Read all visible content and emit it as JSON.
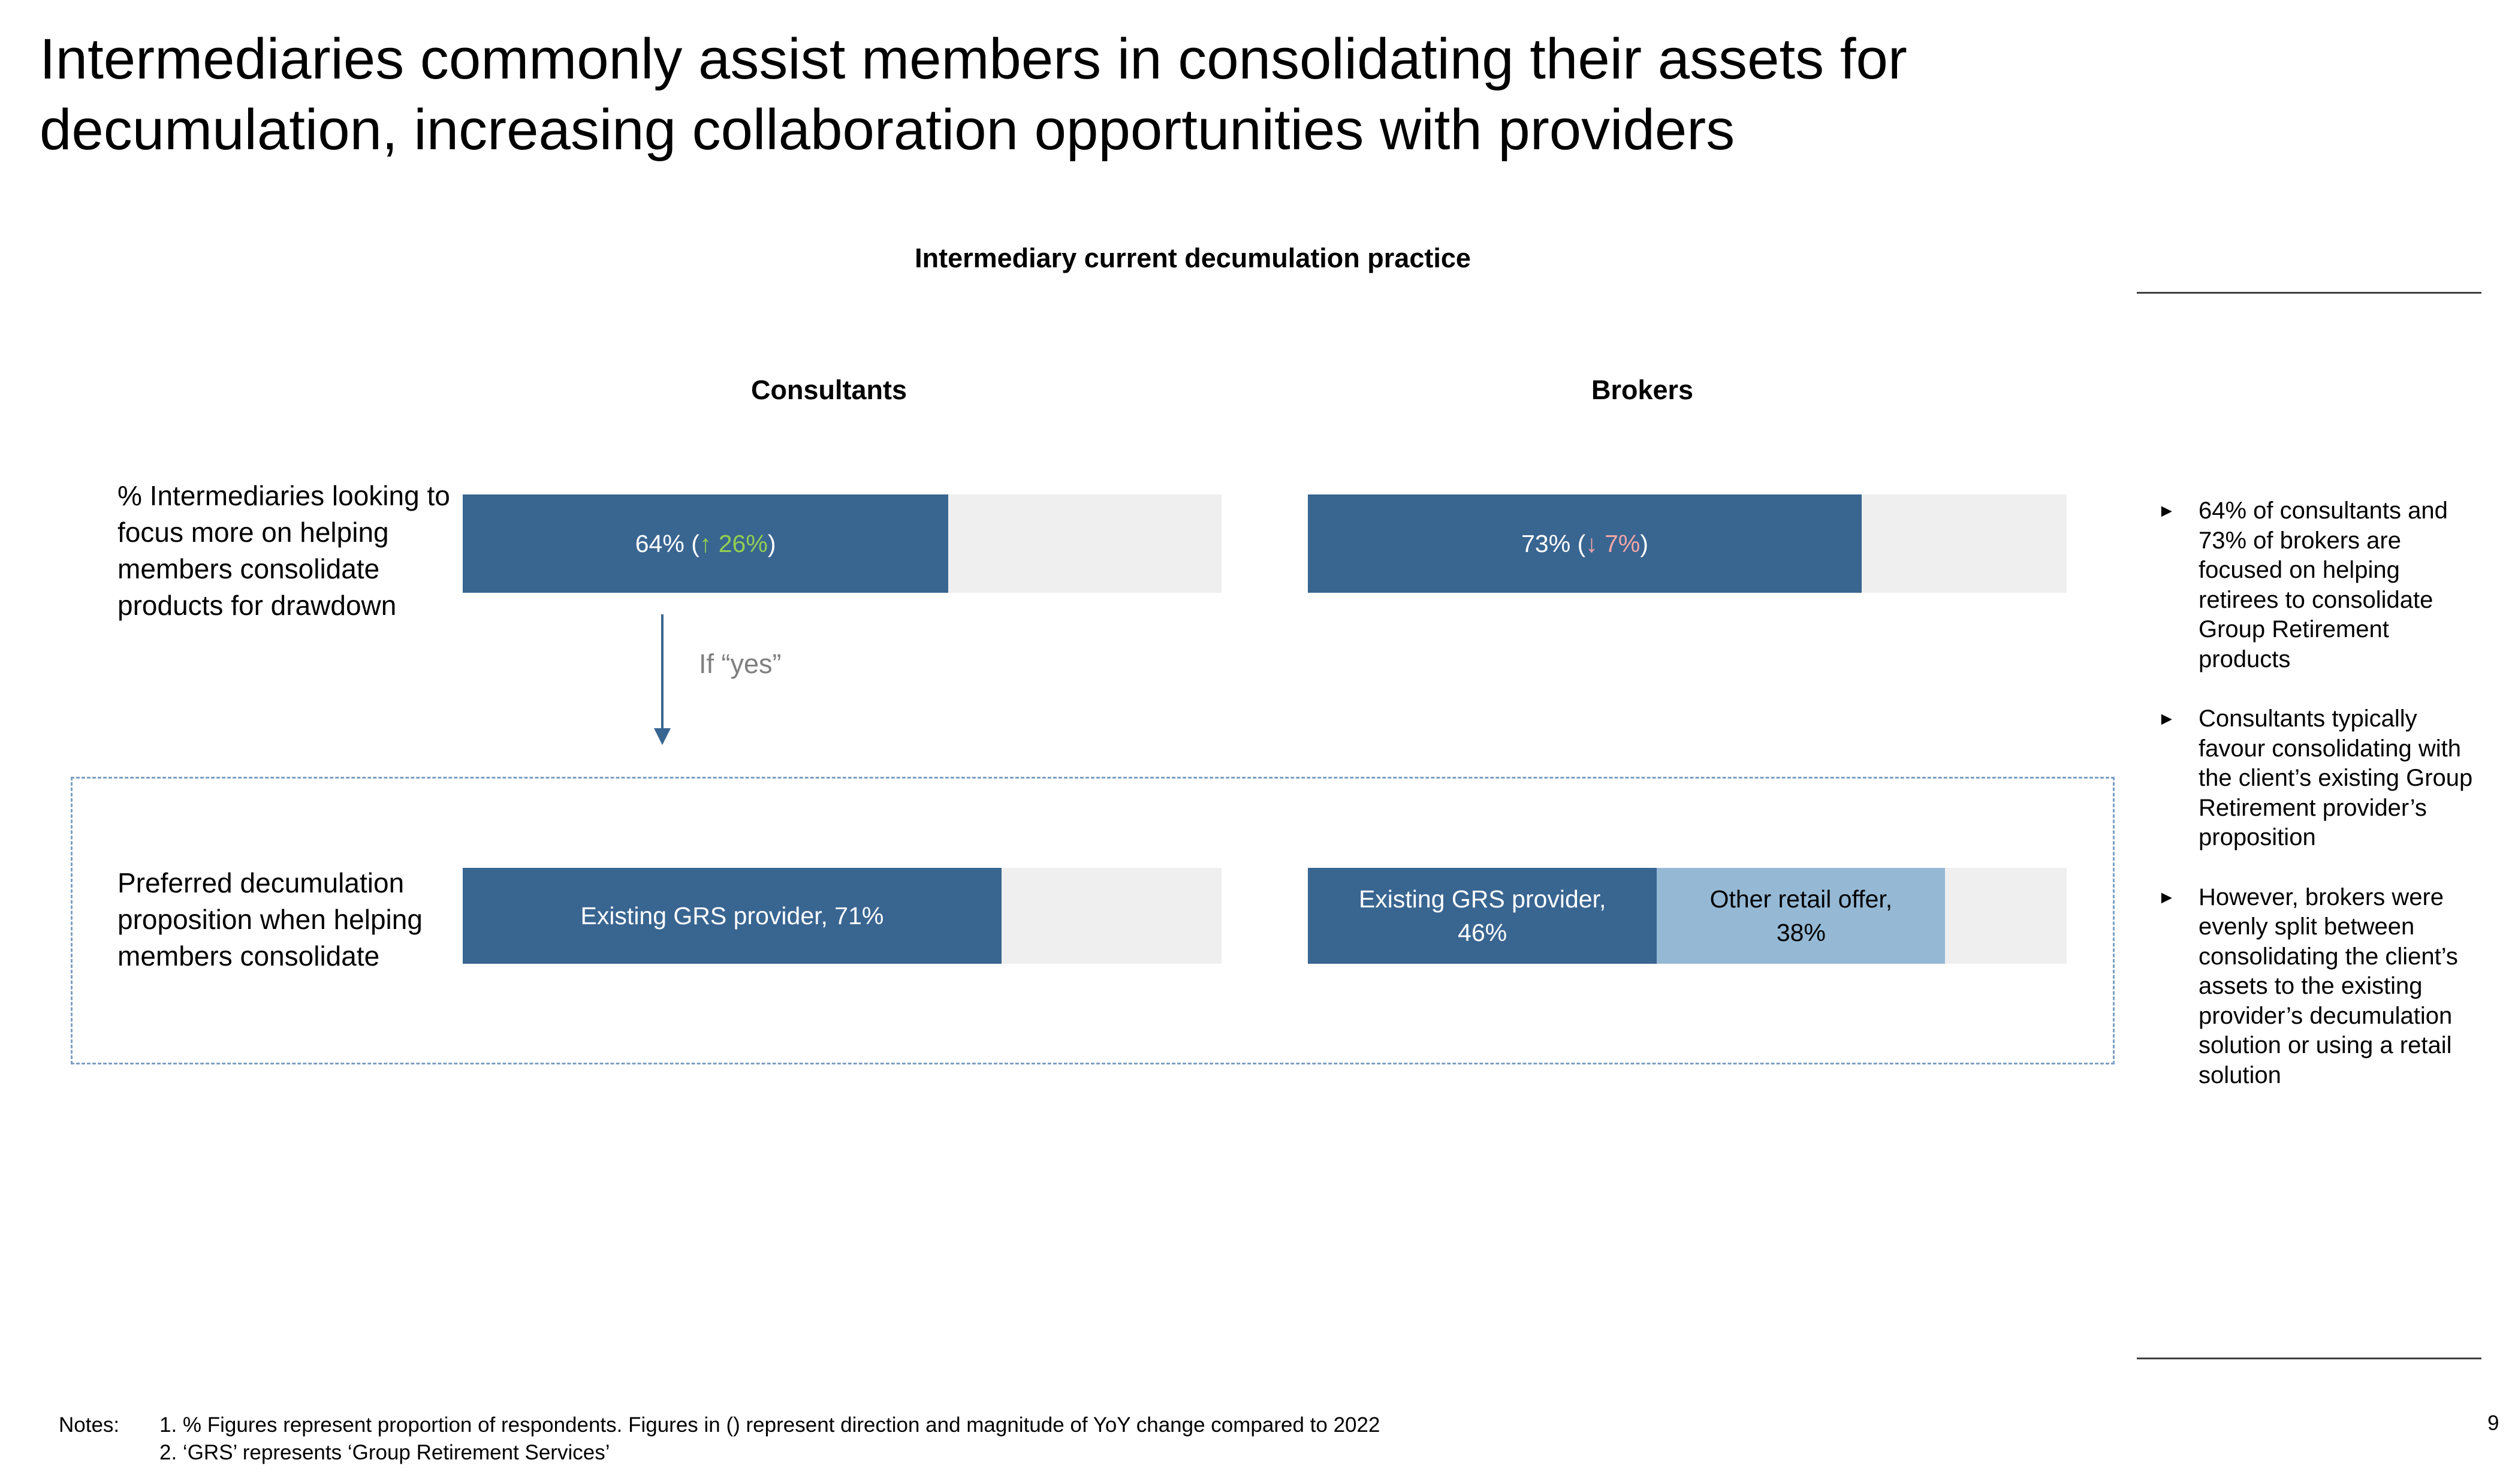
{
  "title_line1": "Intermediaries commonly assist members in consolidating their assets for",
  "title_line2": "decumulation, increasing collaboration opportunities with providers",
  "chart_data": {
    "type": "bar",
    "title": "Intermediary current decumulation practice",
    "groups": [
      "Consultants",
      "Brokers"
    ],
    "rows": [
      {
        "label": "% Intermediaries looking to focus more on helping members consolidate products for drawdown",
        "series": [
          {
            "group": "Consultants",
            "value": 64,
            "yoy_change": 26,
            "yoy_direction": "up"
          },
          {
            "group": "Brokers",
            "value": 73,
            "yoy_change": 7,
            "yoy_direction": "down"
          }
        ]
      },
      {
        "label": "Preferred decumulation proposition when helping members consolidate",
        "series": [
          {
            "group": "Consultants",
            "segments": [
              {
                "name": "Existing GRS provider",
                "value": 71
              }
            ]
          },
          {
            "group": "Brokers",
            "segments": [
              {
                "name": "Existing GRS provider",
                "value": 46
              },
              {
                "name": "Other retail offer",
                "value": 38
              }
            ]
          }
        ]
      }
    ],
    "ylim": [
      0,
      100
    ],
    "colors": {
      "primary": "#396591",
      "secondary": "#95b9d5",
      "background": "#efefef",
      "up": "#92d050",
      "down": "#f4a6a6"
    }
  },
  "labels": {
    "consultants": "Consultants",
    "brokers": "Brokers",
    "row1_label": "% Intermediaries looking to focus more on helping members consolidate products for drawdown",
    "row2_label": "Preferred decumulation proposition when helping members consolidate",
    "if_yes": "If “yes”",
    "c1_value": "64% (",
    "c1_arrow": "↑",
    "c1_change": " 26%",
    "c1_close": ")",
    "b1_value": "73% (",
    "b1_arrow": "↓",
    "b1_change": " 7%",
    "b1_close": ")",
    "c2_seg1": "Existing GRS provider, 71%",
    "b2_seg1_a": "Existing GRS provider,",
    "b2_seg1_b": "46%",
    "b2_seg2_a": "Other retail offer,",
    "b2_seg2_b": "38%"
  },
  "bullets": [
    "64% of consultants and 73% of brokers are focused on helping retirees to consolidate Group Retirement products",
    "Consultants typically favour consolidating with the client’s existing Group Retirement provider’s proposition",
    "However, brokers were evenly split between consolidating the client’s assets to the existing provider’s decumulation solution or using a retail solution"
  ],
  "bullet_marker": "►",
  "notes_label": "Notes:",
  "notes": [
    "1. % Figures represent proportion of respondents. Figures in () represent direction and magnitude of YoY change compared to 2022",
    "2. ‘GRS’ represents ‘Group Retirement Services’"
  ],
  "page_number": "9"
}
